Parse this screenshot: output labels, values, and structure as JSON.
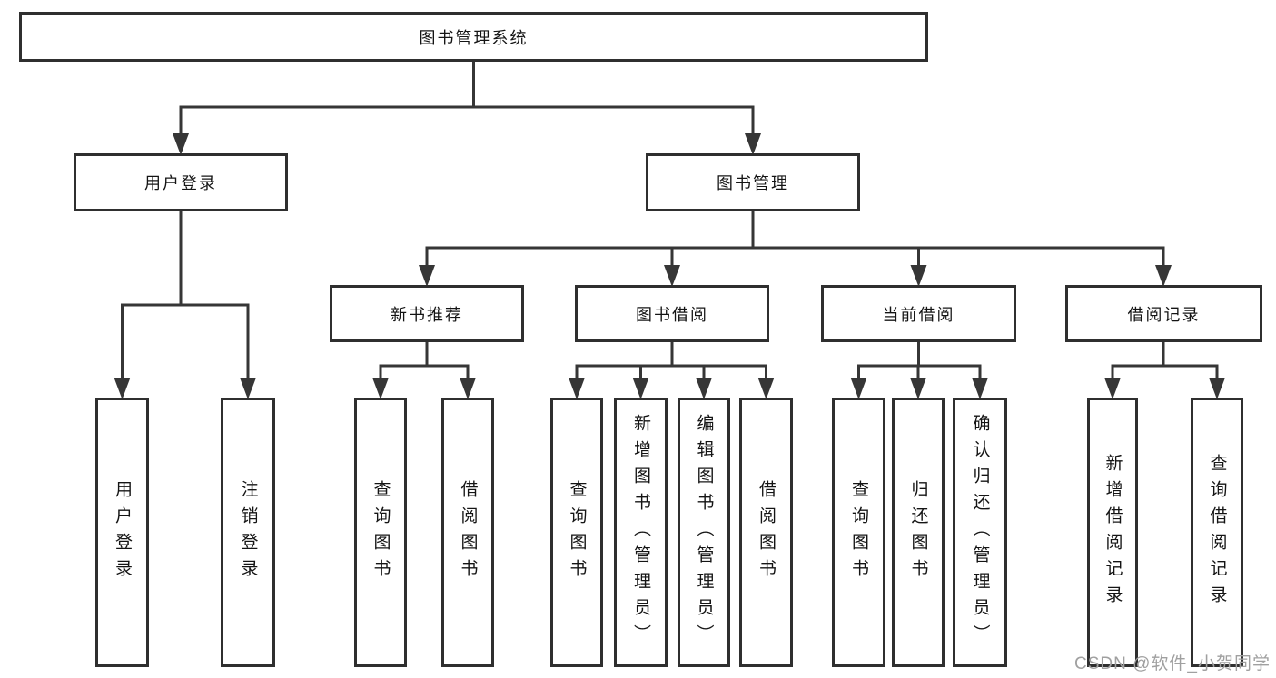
{
  "diagram": {
    "root_label": "图书管理系统",
    "branches": [
      {
        "label": "用户登录",
        "children": [
          {
            "label": "用户登录"
          },
          {
            "label": "注销登录"
          }
        ]
      },
      {
        "label": "图书管理",
        "sections": [
          {
            "label": "新书推荐",
            "children": [
              {
                "label": "查询图书"
              },
              {
                "label": "借阅图书"
              }
            ]
          },
          {
            "label": "图书借阅",
            "children": [
              {
                "label": "查询图书"
              },
              {
                "label": "新增图书（管理员）"
              },
              {
                "label": "编辑图书（管理员）"
              },
              {
                "label": "借阅图书"
              }
            ]
          },
          {
            "label": "当前借阅",
            "children": [
              {
                "label": "查询图书"
              },
              {
                "label": "归还图书"
              },
              {
                "label": "确认归还（管理员）"
              }
            ]
          },
          {
            "label": "借阅记录",
            "children": [
              {
                "label": "新增借阅记录"
              },
              {
                "label": "查询借阅记录"
              }
            ]
          }
        ]
      }
    ]
  },
  "watermark": {
    "text": "CSDN @软件_小贺同学"
  },
  "colors": {
    "line": "#363636",
    "border": "#2f2f2f",
    "text": "#141414",
    "watermark": "#a0a0a0",
    "background": "#ffffff"
  }
}
